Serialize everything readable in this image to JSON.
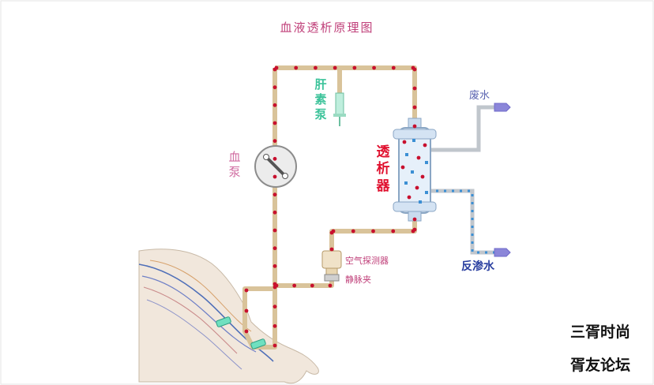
{
  "title": "血液透析原理图",
  "labels": {
    "heparin_pump": "肝素泵",
    "blood_pump": "血泵",
    "dialyzer": "透析器",
    "waste_water": "废水",
    "ro_water": "反渗水",
    "air_detector": "空气探测器",
    "venous_clamp": "静脉夹"
  },
  "watermark": {
    "line1": "三胥时尚",
    "line2": "胥友论坛"
  },
  "colors": {
    "tube": "#d9c39a",
    "blood_cell": "#c8102e",
    "dialysate": "#3b8fd4",
    "title": "#c0407a",
    "heparin": "#3cc39a",
    "dialyzer_label": "#e0102e",
    "ro_label": "#2a3fa0"
  }
}
